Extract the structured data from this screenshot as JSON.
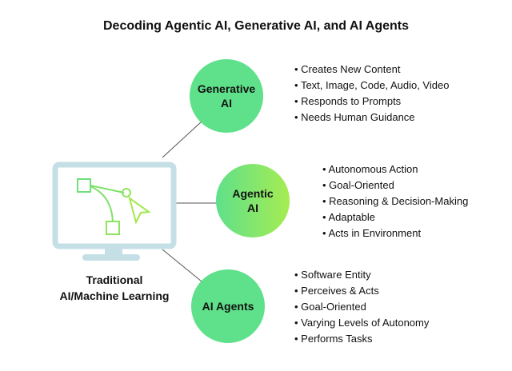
{
  "title": "Decoding Agentic AI, Generative AI, and AI Agents",
  "traditional": {
    "line1": "Traditional",
    "line2": "AI/Machine Learning"
  },
  "nodes": [
    {
      "line1": "Generative",
      "line2": "AI",
      "bullets": [
        "Creates New Content",
        "Text, Image, Code, Audio, Video",
        "Responds to Prompts",
        "Needs Human Guidance"
      ]
    },
    {
      "line1": "Agentic",
      "line2": "AI",
      "bullets": [
        "Autonomous Action",
        "Goal-Oriented",
        "Reasoning & Decision-Making",
        "Adaptable",
        "Acts in Environment"
      ]
    },
    {
      "line1": "AI Agents",
      "line2": "",
      "bullets": [
        "Software Entity",
        "Perceives & Acts",
        "Goal-Oriented",
        "Varying Levels of Autonomy",
        "Performs Tasks"
      ]
    }
  ],
  "colors": {
    "circle": "#5fe08a",
    "monitor": "#c5dfe6",
    "icon": "#7ee06a"
  }
}
